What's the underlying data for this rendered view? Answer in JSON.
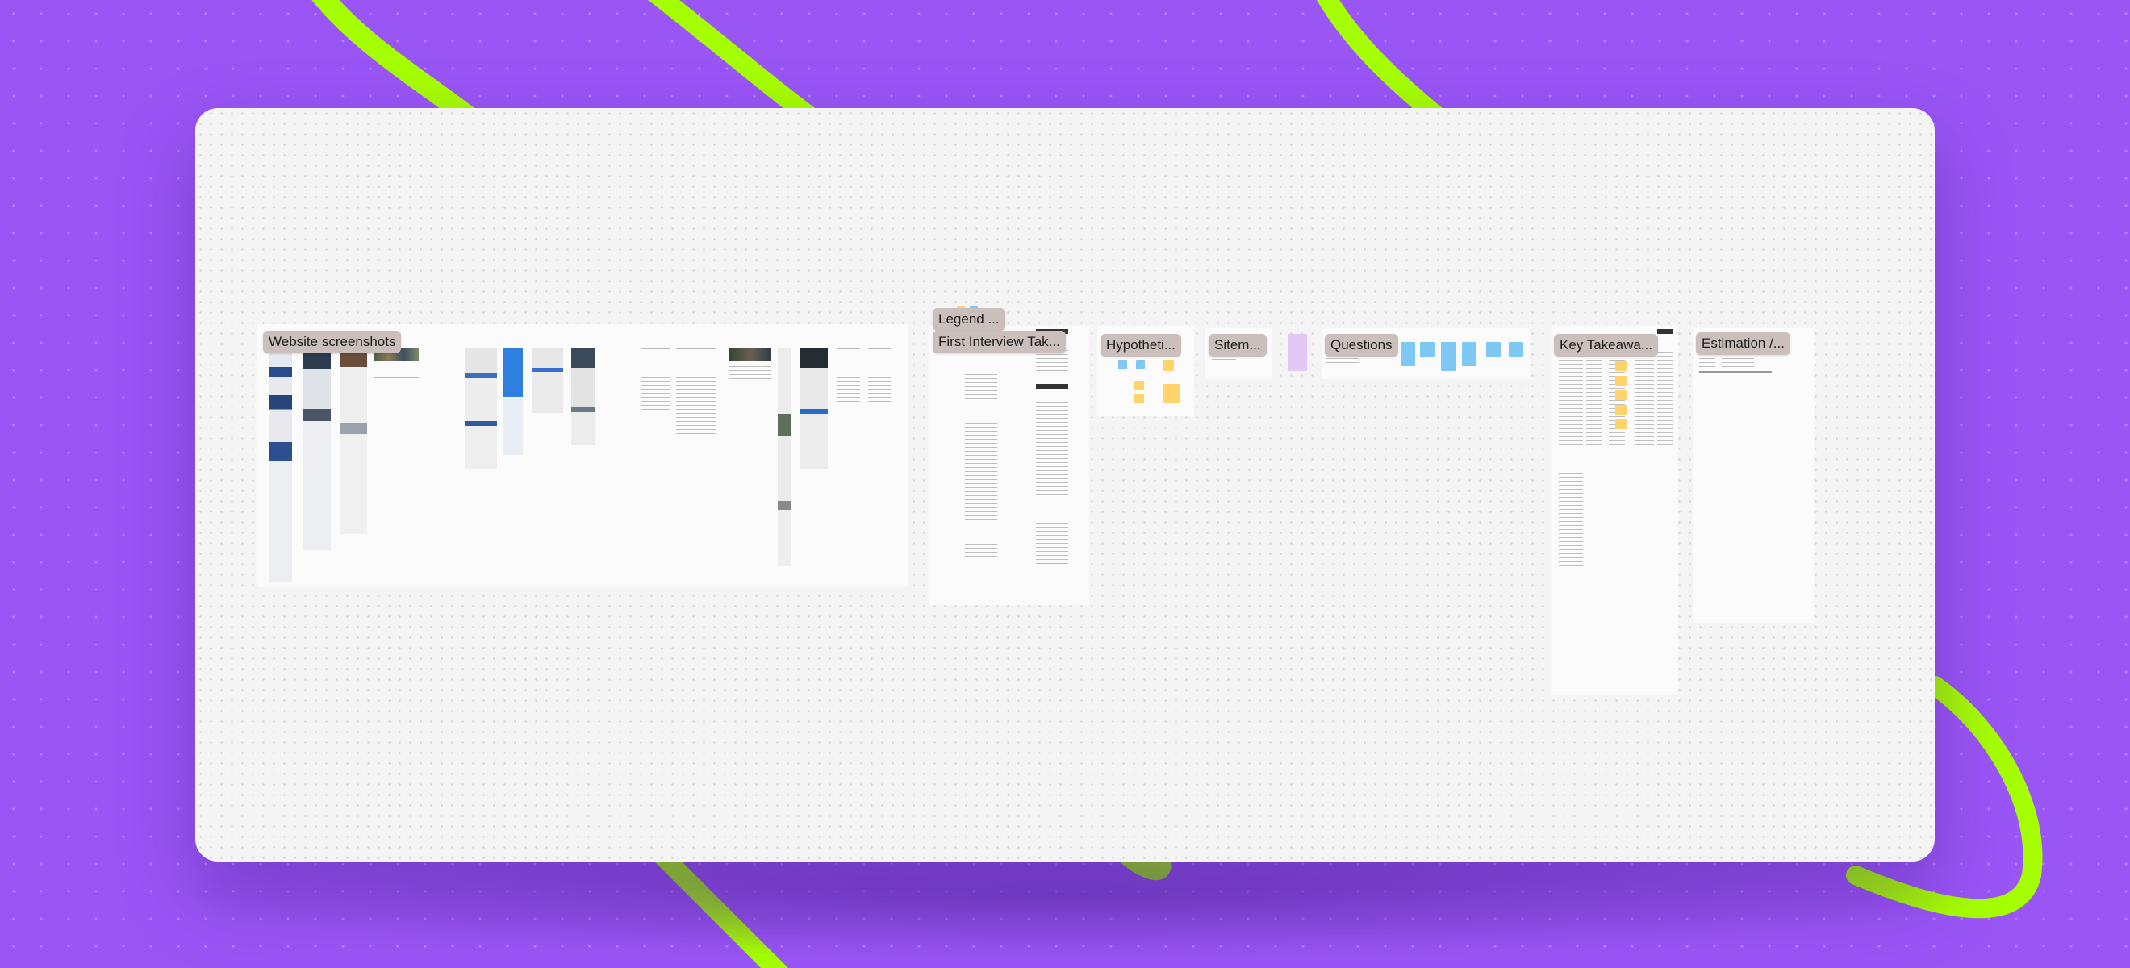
{
  "board": {
    "frames": [
      {
        "label": "Website screenshots"
      },
      {
        "label": "Legend ..."
      },
      {
        "label": "First Interview Tak..."
      },
      {
        "label": "Hypotheti..."
      },
      {
        "label": "Sitem..."
      },
      {
        "label": "Questions"
      },
      {
        "label": "Key Takeawa..."
      },
      {
        "label": "Estimation /..."
      }
    ]
  },
  "colors": {
    "background": "#9a55f5",
    "accent_green": "#a6ff00",
    "board": "#f4f4f4",
    "label": "#cabfbb",
    "sticky_yellow": "#ffd36b",
    "sticky_blue": "#7ec8f5",
    "sticky_purple": "#e3c8f7"
  }
}
